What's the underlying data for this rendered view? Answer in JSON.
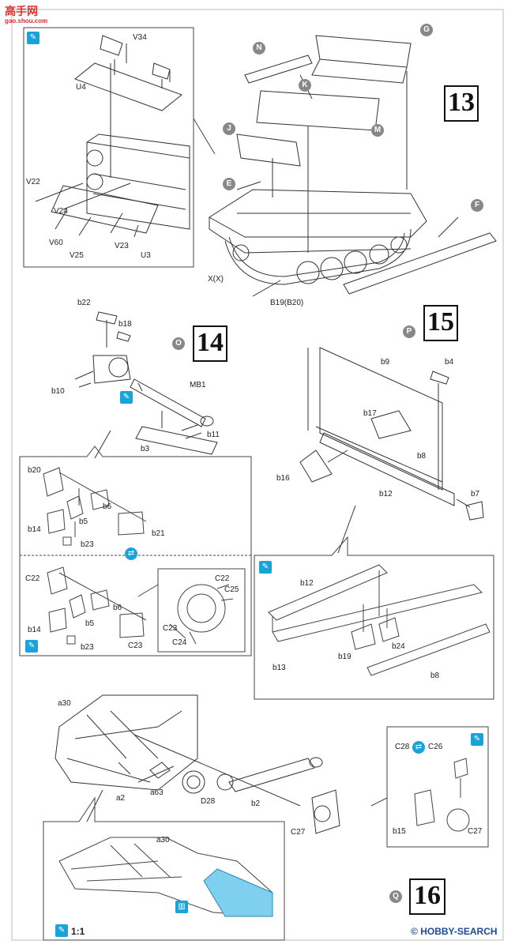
{
  "watermark": {
    "top_text": "高",
    "top_text2": "手",
    "top_text3": "网",
    "site": "gao.shou.com"
  },
  "footer": {
    "brand": "H🅞BBY·SEARCH",
    "brand_text": "HOBBY-SEARCH",
    "reg": "©"
  },
  "steps": {
    "s13": "13",
    "s14": "14",
    "s15": "15",
    "s16": "16"
  },
  "sections": {
    "g": "G",
    "n": "N",
    "k": "K",
    "j": "J",
    "m": "M",
    "e": "E",
    "f": "F",
    "o": "O",
    "p": "P",
    "q": "Q"
  },
  "parts13": {
    "v34": "V34",
    "u4": "U4",
    "v22": "V22",
    "v24": "V24",
    "v60": "V60",
    "v25": "V25",
    "v23": "V23",
    "u3": "U3",
    "xx": "X(X)",
    "b19": "B19(B20)"
  },
  "parts14": {
    "b22": "b22",
    "b18": "b18",
    "b10": "b10",
    "mb1": "MB1",
    "b11": "b11",
    "b3": "b3"
  },
  "parts14b": {
    "b20": "b20",
    "b14": "b14",
    "b5": "b5",
    "b6": "b6",
    "b23": "b23",
    "b21": "b21",
    "c22": "C22",
    "b14b": "b14",
    "b5b": "b5",
    "b6b": "b6",
    "b23b": "b23",
    "c23": "C23",
    "c22b": "C22",
    "c25": "C25",
    "c23b": "C23",
    "c24": "C24"
  },
  "parts15": {
    "b9": "b9",
    "b4": "b4",
    "b17": "b17",
    "b8": "b8",
    "b16": "b16",
    "b12": "b12",
    "b7": "b7",
    "b12b": "b12",
    "b24": "b24",
    "b19": "b19",
    "b13": "b13",
    "b8b": "b8"
  },
  "parts16": {
    "a30": "a30",
    "a2": "a2",
    "a63": "a63",
    "d28": "D28",
    "b2": "b2",
    "c27": "C27",
    "c28": "C28",
    "c26": "C26",
    "b15": "b15",
    "c27b": "C27",
    "a30b": "a30",
    "scale": "1:1"
  }
}
